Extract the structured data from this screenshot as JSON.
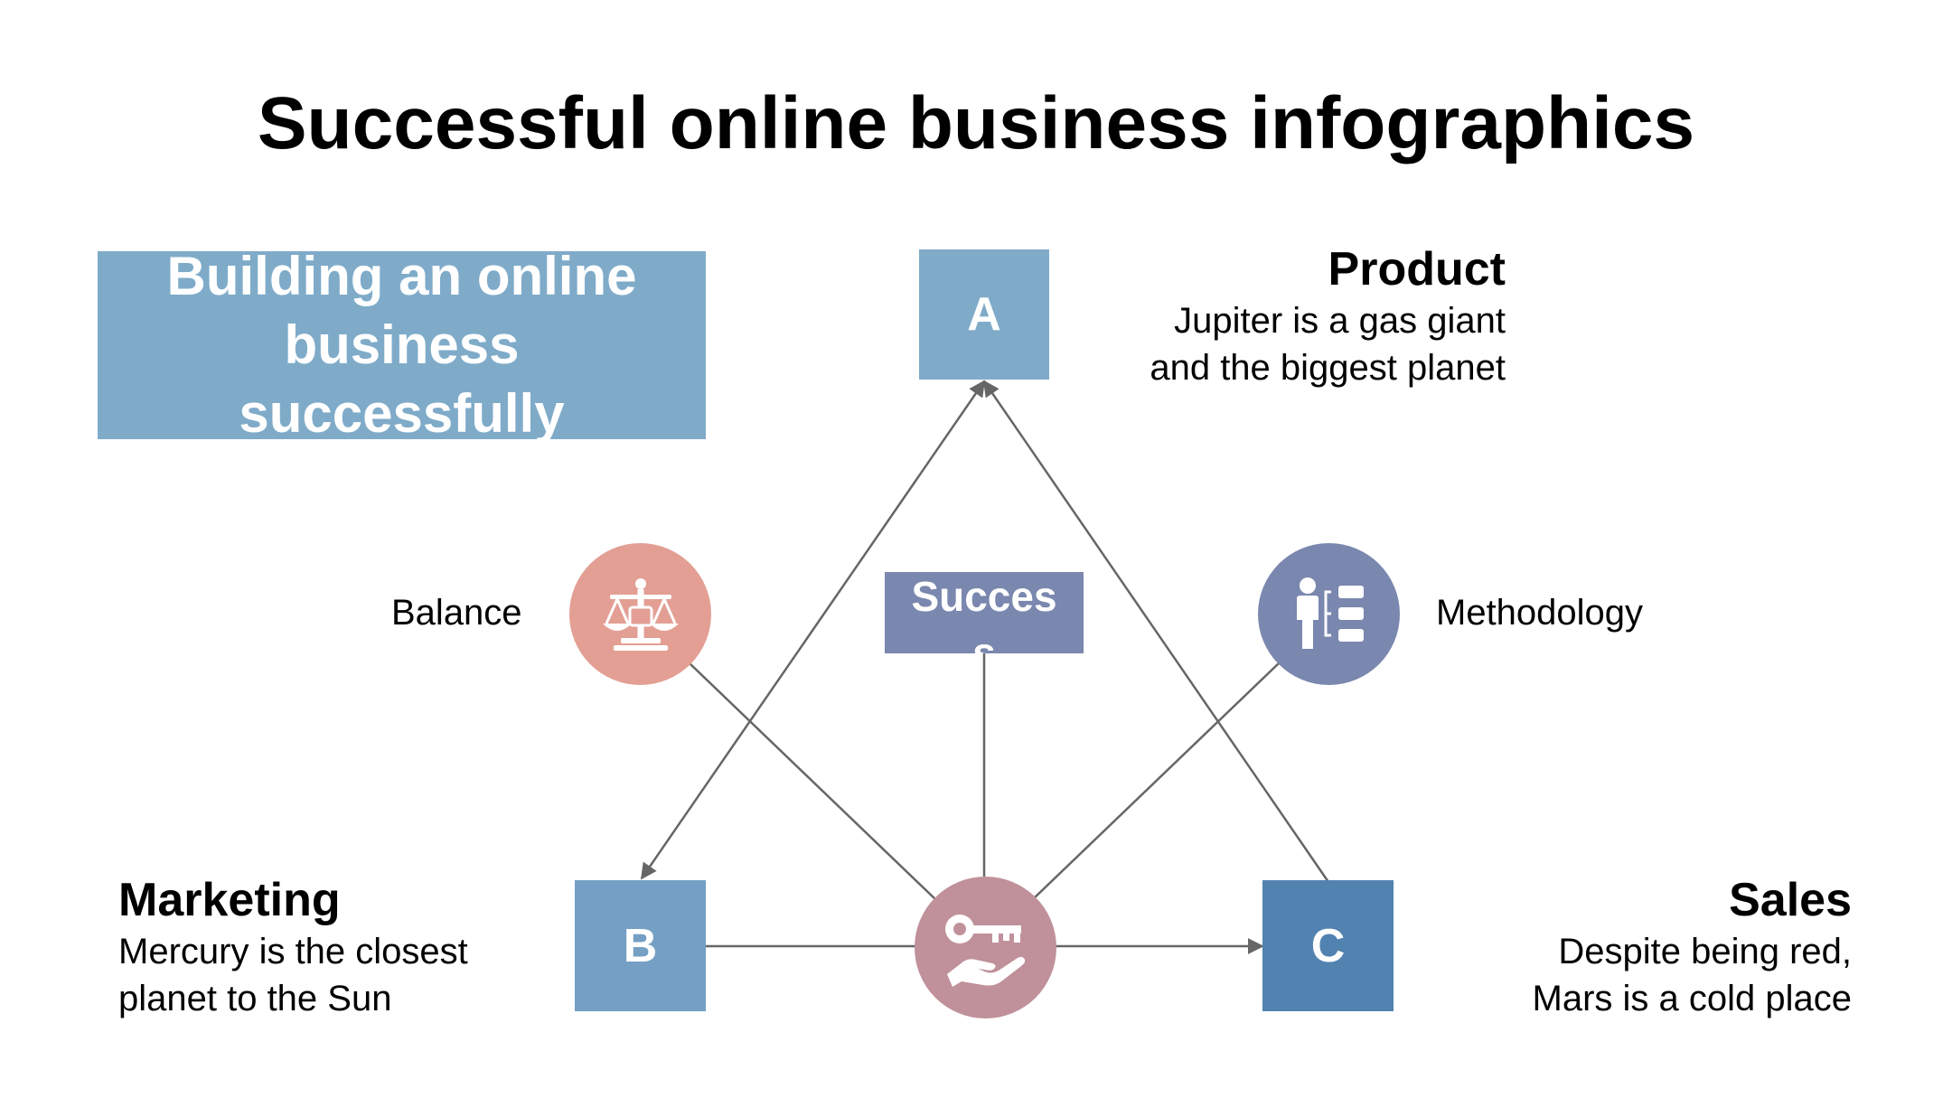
{
  "title": "Successful online business infographics",
  "banner": "Building an online business successfully",
  "center": "Success",
  "nodes": {
    "a": "A",
    "b": "B",
    "c": "C"
  },
  "circles": {
    "balance": {
      "label": "Balance",
      "icon": "scale-icon",
      "color": "#e39f94"
    },
    "methodology": {
      "label": "Methodology",
      "icon": "person-list-icon",
      "color": "#7a87ae"
    },
    "key": {
      "icon": "key-in-hand-icon",
      "color": "#c0919a"
    }
  },
  "product": {
    "title": "Product",
    "line1": "Jupiter is a gas giant",
    "line2": "and the biggest planet"
  },
  "marketing": {
    "title": "Marketing",
    "line1": "Mercury is the closest",
    "line2": "planet to the Sun"
  },
  "sales": {
    "title": "Sales",
    "line1": "Despite being red,",
    "line2": "Mars is a cold place"
  },
  "colors": {
    "a": "#7fabc9",
    "b": "#759fc4",
    "c": "#5282b0",
    "lines": "#666666"
  }
}
